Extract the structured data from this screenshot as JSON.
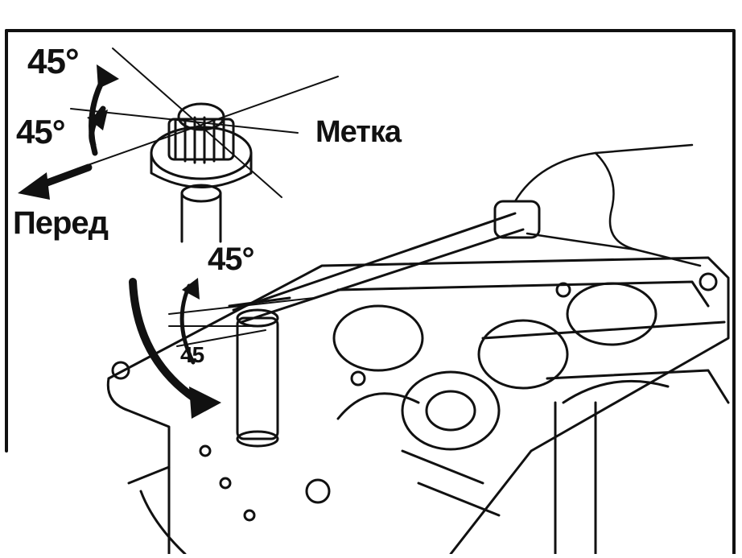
{
  "labels": {
    "angle_top": "45°",
    "angle_mid": "45°",
    "mark": "Метка",
    "front": "Перед",
    "angle_tool": "45°",
    "angle_tool_small": "45"
  },
  "colors": {
    "ink": "#111111",
    "paper": "#ffffff"
  }
}
